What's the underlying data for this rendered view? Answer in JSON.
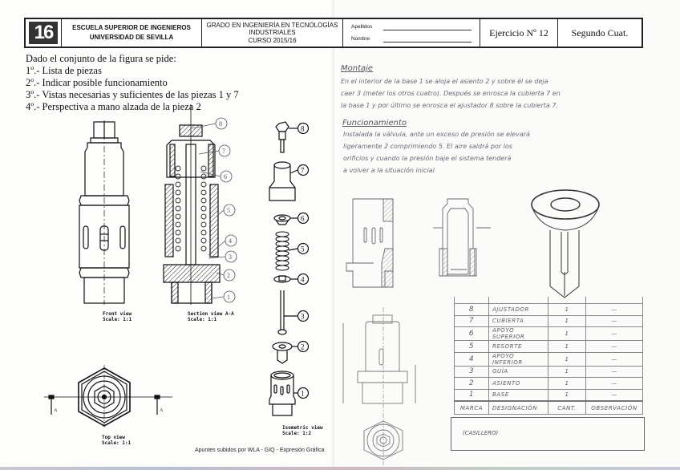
{
  "header": {
    "logo_text": "16",
    "school_line1": "ESCUELA SUPERIOR DE INGENIEROS",
    "school_line2": "UNIVERSIDAD DE SEVILLA",
    "degree_line1": "GRADO EN INGENIERÍA EN TECNOLOGÍAS",
    "degree_line2": "INDUSTRIALES",
    "degree_line3": "CURSO 2015/16",
    "apellidos_label": "Apellidos",
    "nombre_label": "Nombre",
    "ejercicio": "Ejercicio Nº 12",
    "cuatrimestre": "Segundo Cuat."
  },
  "instructions": {
    "intro": "Dado el conjunto de la figura se pide:",
    "items": [
      "1º.- Lista de piezas",
      "2º.- Indicar posible funcionamiento",
      "3º.- Vistas necesarias y suficientes de las piezas 1 y 7",
      "4º.- Perspectiva a mano alzada de la pieza 2"
    ]
  },
  "drawings": {
    "front_view": {
      "title": "Front view",
      "scale": "Scale:  1:1"
    },
    "section_view": {
      "title": "Section view A-A",
      "scale": "Scale:  1:1"
    },
    "top_view": {
      "title": "Top view",
      "scale": "Scale:  1:1"
    },
    "isometric_view": {
      "title": "Isometric view",
      "scale": "Scale:  1:2"
    },
    "section_marker": "A",
    "callouts": [
      "8",
      "7",
      "6",
      "5",
      "4",
      "3",
      "2",
      "1"
    ]
  },
  "credit": "Apuntes subidos por WLA - GIQ - Expresión Gráfica",
  "answer": {
    "montaje_title": "Montaje",
    "montaje_lines": [
      "En el interior de la base 1 se aloja el asiento 2 y sobre él se deja",
      "caer 3 (meter los otros cuatro). Después se enrosca la cubierta 7 en",
      "la base 1 y por último se enrosca el ajustador 8 sobre la cubierta 7."
    ],
    "funcionamiento_title": "Funcionamiento",
    "funcionamiento_lines": [
      "Instalada la válvula, ante un exceso de presión se elevará",
      "ligeramente 2 comprimiendo 5. El aire saldrá por los",
      "orificios y cuando la presión baje el sistema tenderá",
      "a volver a la situación inicial"
    ],
    "parts_table": {
      "headers": [
        "MARCA",
        "DESIGNACIÓN",
        "CANT.",
        "OBSERVACIÓN"
      ],
      "rows": [
        {
          "marca": "8",
          "designacion": "AJUSTADOR",
          "cant": "1",
          "obs": "—"
        },
        {
          "marca": "7",
          "designacion": "CUBIERTA",
          "cant": "1",
          "obs": "—"
        },
        {
          "marca": "6",
          "designacion": "APOYO SUPERIOR",
          "cant": "1",
          "obs": "—"
        },
        {
          "marca": "5",
          "designacion": "RESORTE",
          "cant": "1",
          "obs": "—"
        },
        {
          "marca": "4",
          "designacion": "APOYO INFERIOR",
          "cant": "1",
          "obs": "—"
        },
        {
          "marca": "3",
          "designacion": "GUÍA",
          "cant": "1",
          "obs": "—"
        },
        {
          "marca": "2",
          "designacion": "ASIENTO",
          "cant": "1",
          "obs": "—"
        },
        {
          "marca": "1",
          "designacion": "BASE",
          "cant": "1",
          "obs": "—"
        }
      ]
    },
    "casillero": "(CASILLERO)"
  }
}
